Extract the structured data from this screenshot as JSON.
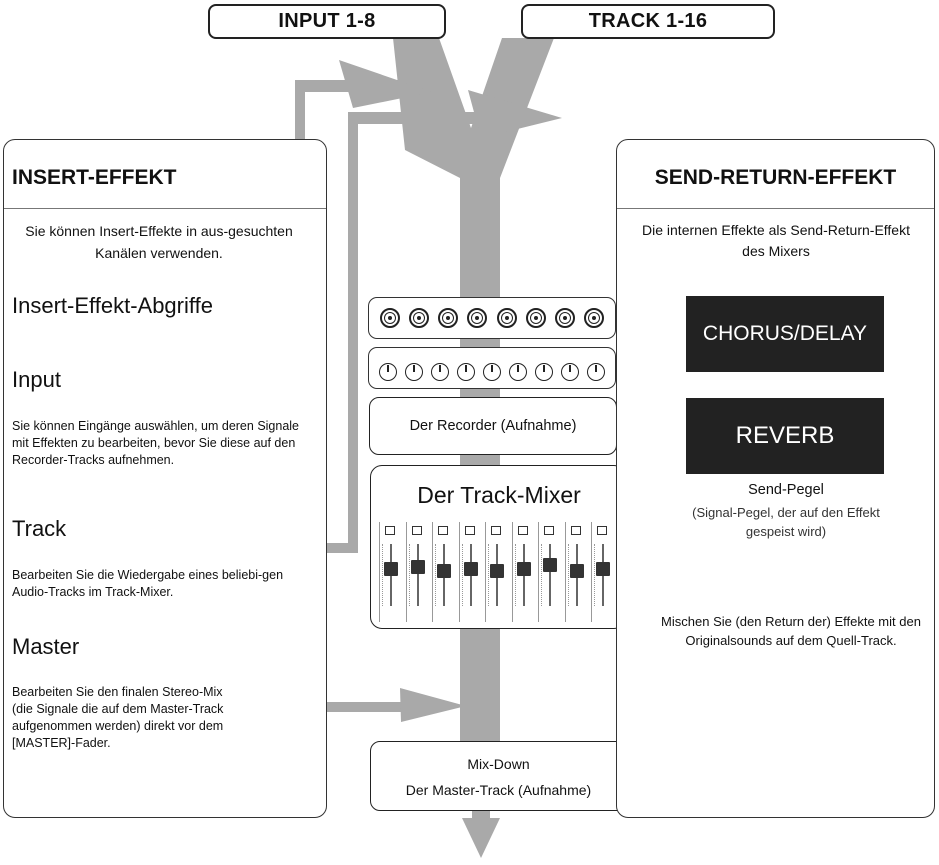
{
  "sources": {
    "input": "INPUT 1-8",
    "track": "TRACK 1-16"
  },
  "insert_panel": {
    "title": "INSERT-EFFEKT",
    "intro": "Sie können Insert-Effekte in aus-gesuchten Kanälen verwenden.",
    "points_heading": "Insert-Effekt-Abgriffe",
    "input_heading": "Input",
    "input_text": "Sie können Eingänge auswählen, um deren Signale mit Effekten zu bearbeiten, bevor Sie diese auf den Recorder-Tracks aufnehmen.",
    "track_heading": "Track",
    "track_text": "Bearbeiten Sie die Wiedergabe eines beliebi-gen Audio-Tracks im Track-Mixer.",
    "master_heading": "Master",
    "master_text": "Bearbeiten Sie den finalen Stereo-Mix (die Signale die auf dem Master-Track aufgenommen werden) direkt vor dem [MASTER]-Fader."
  },
  "center": {
    "recorder": "Der Recorder (Aufnahme)",
    "mixer_title": "Der Track-Mixer",
    "mixdown_line1": "Mix-Down",
    "mixdown_line2": "Der Master-Track (Aufnahme)"
  },
  "send_panel": {
    "title": "SEND-RETURN-EFFEKT",
    "intro": "Die internen Effekte als Send-Return-Effekt des Mixers",
    "chorus": "CHORUS/DELAY",
    "reverb": "REVERB",
    "send_level": "Send-Pegel",
    "send_level_note": "(Signal-Pegel, der auf den Effekt gespeist wird)",
    "mix_note": "Mischen Sie (den Return der) Effekte mit den Originalsounds auf dem Quell-Track."
  },
  "colors": {
    "flow": "#a9a9a9",
    "fx_box": "#222222"
  }
}
